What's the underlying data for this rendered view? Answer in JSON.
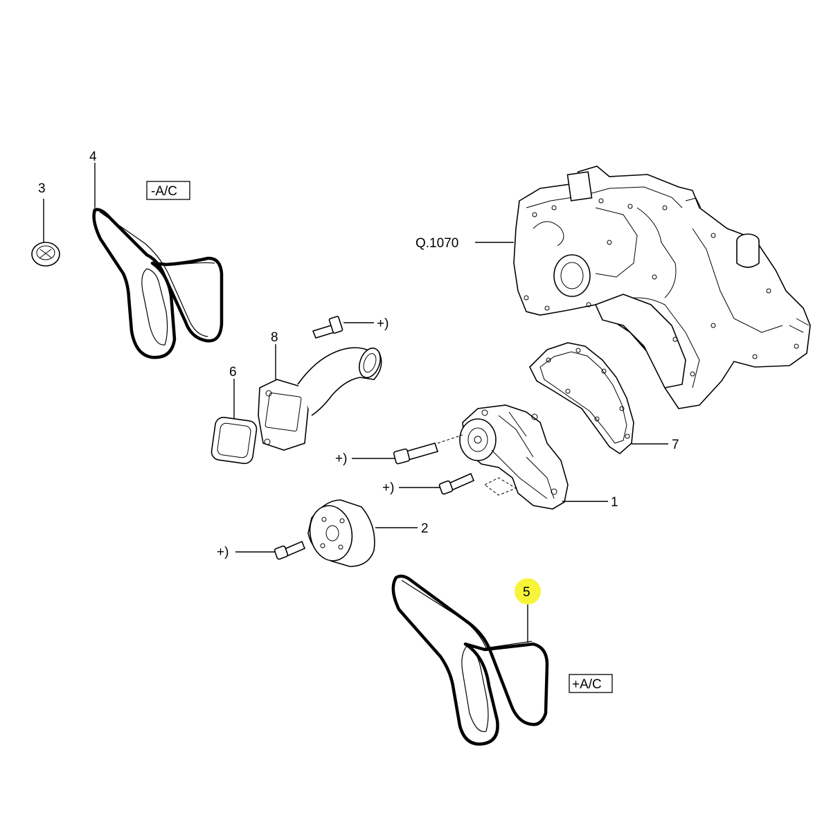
{
  "labels": {
    "part1": "1",
    "part2": "2",
    "part3": "3",
    "part4": "4",
    "part5": "5",
    "part6": "6",
    "part7": "7",
    "part8": "8",
    "ref_q1070": "Q.1070",
    "plus_1": "+)",
    "plus_2": "+)",
    "plus_3": "+)",
    "plus_4": "+)"
  },
  "boxes": {
    "minus_ac": "-A/C",
    "plus_ac": "+A/C"
  },
  "colors": {
    "highlight": "#f7f43a",
    "ink": "#000000",
    "paper": "#ffffff"
  }
}
